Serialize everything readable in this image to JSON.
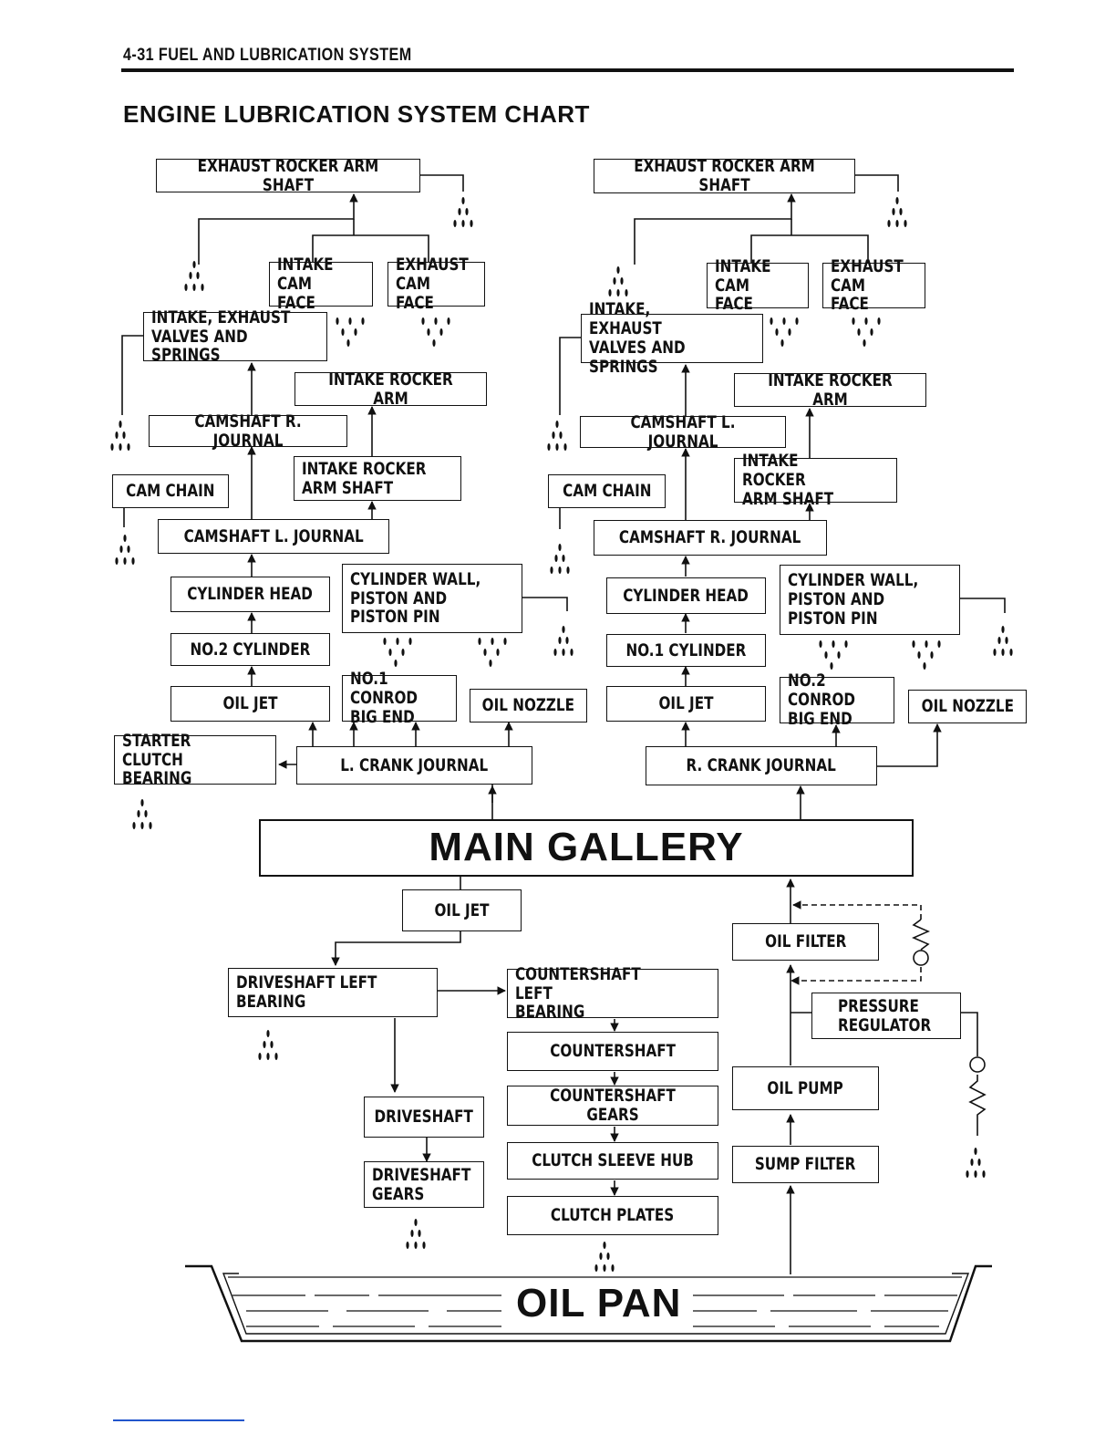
{
  "header": "4-31  FUEL AND LUBRICATION SYSTEM",
  "title": "ENGINE LUBRICATION SYSTEM CHART",
  "left": {
    "exhaust_rocker_arm_shaft": "EXHAUST ROCKER ARM SHAFT",
    "intake_cam_face": "INTAKE\nCAM FACE",
    "exhaust_cam_face": "EXHAUST\nCAM FACE",
    "valves_springs": "INTAKE, EXHAUST\nVALVES AND SPRINGS",
    "intake_rocker_arm": "INTAKE ROCKER ARM",
    "camshaft_journal_1": "CAMSHAFT R. JOURNAL",
    "cam_chain": "CAM CHAIN",
    "intake_rocker_arm_shaft": "INTAKE ROCKER\nARM SHAFT",
    "camshaft_journal_2": "CAMSHAFT L. JOURNAL",
    "cylinder_head": "CYLINDER HEAD",
    "cylinder_wall": "CYLINDER WALL,\nPISTON AND\nPISTON PIN",
    "cylinder": "NO.2 CYLINDER",
    "oil_jet": "OIL JET",
    "conrod": "NO.1 CONROD\nBIG END",
    "oil_nozzle": "OIL NOZZLE",
    "starter_clutch": "STARTER CLUTCH\nBEARING",
    "crank_journal": "L. CRANK JOURNAL"
  },
  "right": {
    "exhaust_rocker_arm_shaft": "EXHAUST ROCKER ARM SHAFT",
    "intake_cam_face": "INTAKE\nCAM FACE",
    "exhaust_cam_face": "EXHAUST\nCAM FACE",
    "valves_springs": "INTAKE, EXHAUST\nVALVES AND SPRINGS",
    "intake_rocker_arm": "INTAKE ROCKER ARM",
    "camshaft_journal_1": "CAMSHAFT L. JOURNAL",
    "cam_chain": "CAM CHAIN",
    "intake_rocker_arm_shaft": "INTAKE ROCKER\nARM SHAFT",
    "camshaft_journal_2": "CAMSHAFT R. JOURNAL",
    "cylinder_head": "CYLINDER HEAD",
    "cylinder_wall": "CYLINDER WALL,\nPISTON AND\nPISTON PIN",
    "cylinder": "NO.1 CYLINDER",
    "oil_jet": "OIL JET",
    "conrod": "NO.2 CONROD\nBIG END",
    "oil_nozzle": "OIL NOZZLE",
    "crank_journal": "R. CRANK JOURNAL"
  },
  "main_gallery": "MAIN GALLERY",
  "lower": {
    "oil_jet": "OIL JET",
    "driveshaft_left_bearing": "DRIVESHAFT LEFT\nBEARING",
    "countershaft_left_bearing": "COUNTERSHAFT LEFT\nBEARING",
    "countershaft": "COUNTERSHAFT",
    "countershaft_gears": "COUNTERSHAFT GEARS",
    "clutch_sleeve_hub": "CLUTCH SLEEVE HUB",
    "clutch_plates": "CLUTCH PLATES",
    "driveshaft": "DRIVESHAFT",
    "driveshaft_gears": "DRIVESHAFT\nGEARS",
    "oil_filter": "OIL FILTER",
    "pressure_regulator": "PRESSURE\nREGULATOR",
    "oil_pump": "OIL PUMP",
    "sump_filter": "SUMP FILTER",
    "oil_pan": "OIL PAN"
  }
}
